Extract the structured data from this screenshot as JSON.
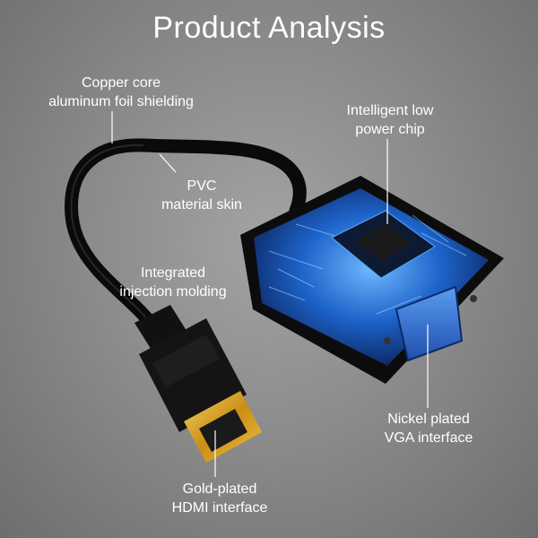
{
  "title": "Product Analysis",
  "labels": {
    "copper": [
      "Copper core",
      "aluminum foil shielding"
    ],
    "chip": [
      "Intelligent low",
      "power chip"
    ],
    "pvc": [
      "PVC",
      "material skin"
    ],
    "molding": [
      "Integrated",
      "injection molding"
    ],
    "vga": [
      "Nickel plated",
      "VGA interface"
    ],
    "hdmi": [
      "Gold-plated",
      "HDMI interface"
    ]
  },
  "colors": {
    "cable": "#0a0a0a",
    "gold": "#d9a521",
    "screen": "#1a5fc4",
    "vga_port": "#2f6fd6"
  }
}
